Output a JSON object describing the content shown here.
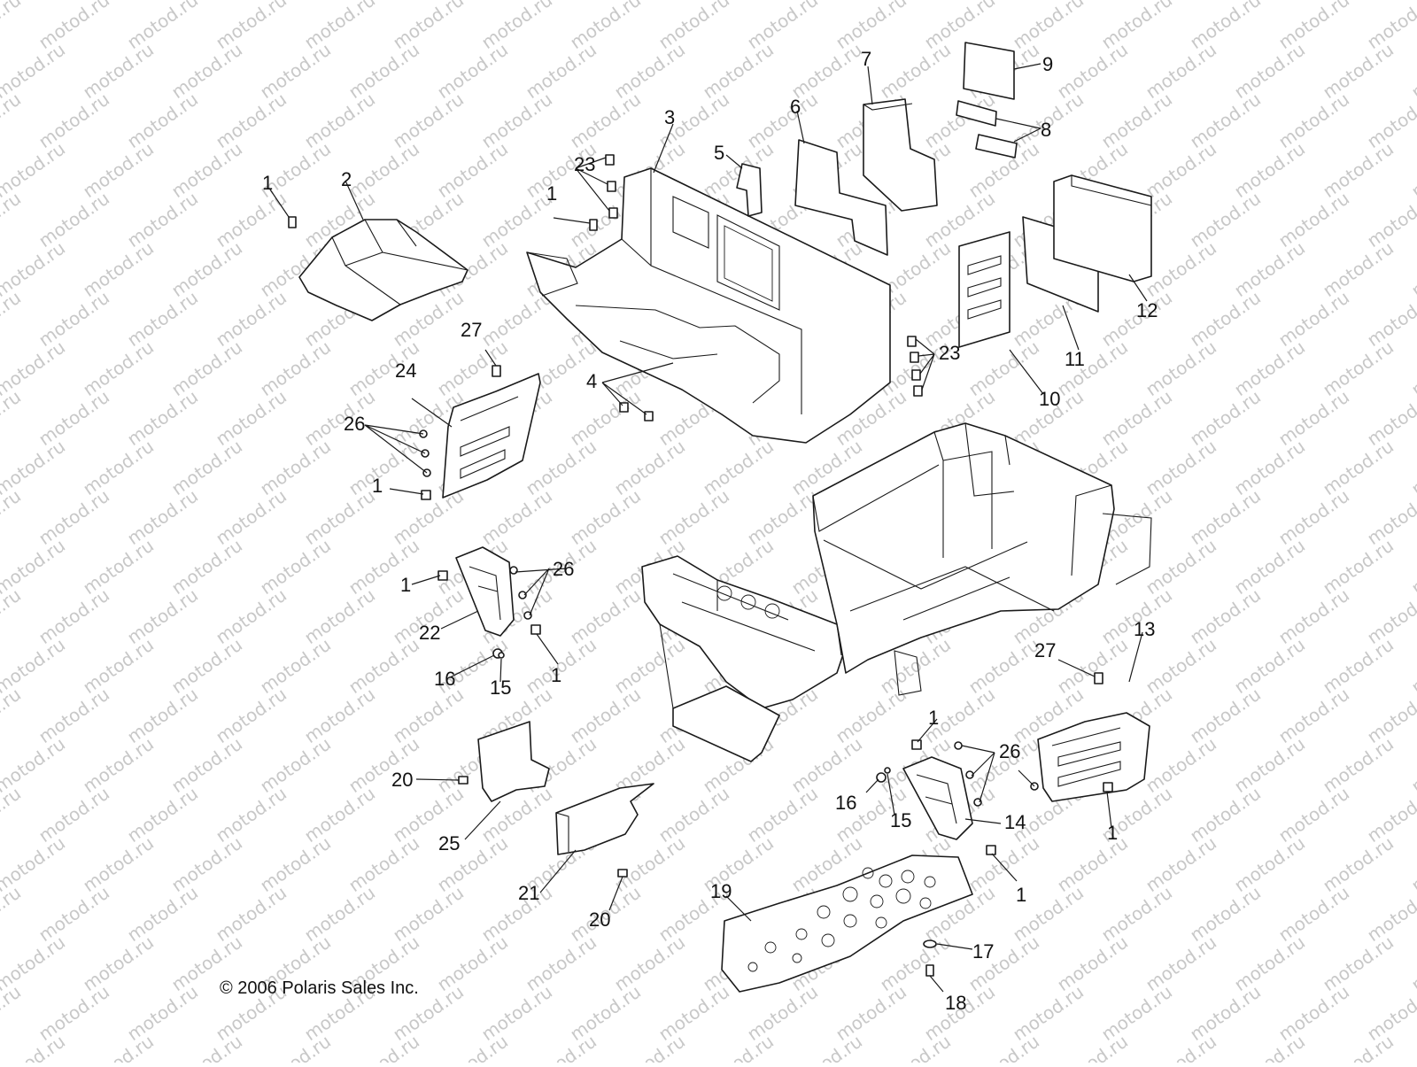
{
  "watermark": {
    "text": "motod.ru"
  },
  "copyright": "© 2006 Polaris Sales Inc.",
  "callouts": [
    {
      "id": "c1",
      "text": "1"
    },
    {
      "id": "c2",
      "text": "2"
    },
    {
      "id": "c3",
      "text": "3"
    },
    {
      "id": "c4",
      "text": "4"
    },
    {
      "id": "c5",
      "text": "5"
    },
    {
      "id": "c6",
      "text": "6"
    },
    {
      "id": "c7",
      "text": "7"
    },
    {
      "id": "c8",
      "text": "8"
    },
    {
      "id": "c9",
      "text": "9"
    },
    {
      "id": "c10",
      "text": "10"
    },
    {
      "id": "c11",
      "text": "11"
    },
    {
      "id": "c12",
      "text": "12"
    },
    {
      "id": "c13",
      "text": "13"
    },
    {
      "id": "c14",
      "text": "14"
    },
    {
      "id": "c15",
      "text": "15"
    },
    {
      "id": "c16",
      "text": "16"
    },
    {
      "id": "c17",
      "text": "17"
    },
    {
      "id": "c18",
      "text": "18"
    },
    {
      "id": "c19",
      "text": "19"
    },
    {
      "id": "c20",
      "text": "20"
    },
    {
      "id": "c21",
      "text": "21"
    },
    {
      "id": "c22",
      "text": "22"
    },
    {
      "id": "c23",
      "text": "23"
    },
    {
      "id": "c24",
      "text": "24"
    },
    {
      "id": "c25",
      "text": "25"
    },
    {
      "id": "c26",
      "text": "26"
    },
    {
      "id": "c27",
      "text": "27"
    }
  ]
}
